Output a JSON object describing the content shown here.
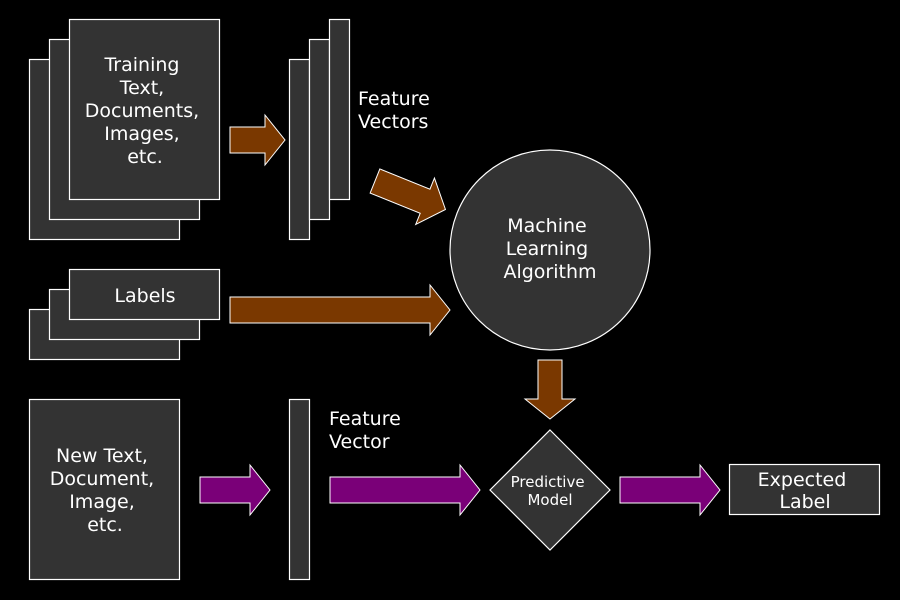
{
  "colors": {
    "background": "#000000",
    "box_fill": "#333333",
    "stroke": "#ffffff",
    "text": "#ffffff",
    "training_arrow": "#7a3800",
    "prediction_arrow": "#7a0078"
  },
  "training": {
    "docs_lines": [
      "Training",
      "Text,",
      "Documents,",
      "Images,",
      "etc."
    ],
    "feature_vectors_lines": [
      "Feature",
      "Vectors"
    ],
    "labels": "Labels",
    "algorithm_lines": [
      "Machine",
      "Learning",
      "Algorithm"
    ]
  },
  "prediction": {
    "new_doc_lines": [
      "New Text,",
      "Document,",
      "Image,",
      "etc."
    ],
    "feature_vector_lines": [
      "Feature",
      "Vector"
    ],
    "model_lines": [
      "Predictive",
      "Model"
    ],
    "expected_label_lines": [
      "Expected",
      "Label"
    ]
  }
}
